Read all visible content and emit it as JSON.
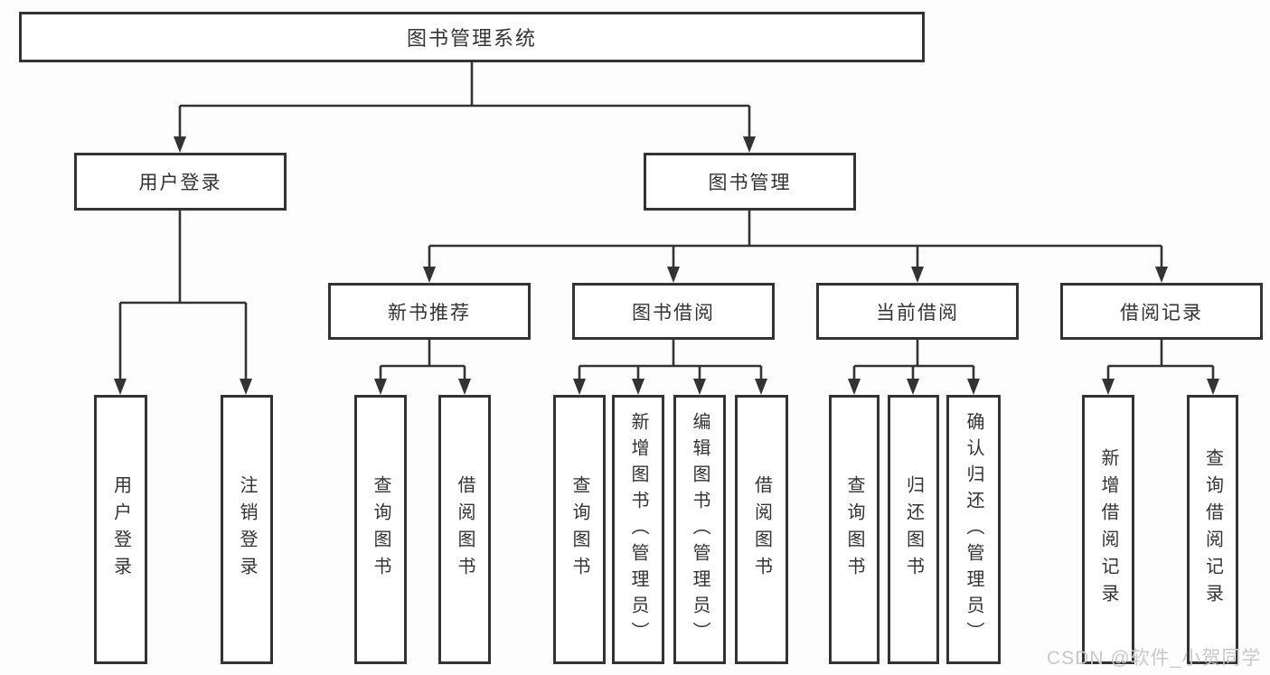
{
  "tree": {
    "root": "图书管理系统",
    "branches": [
      {
        "label": "用户登录",
        "leaves": [
          "用户登录",
          "注销登录"
        ]
      },
      {
        "label": "图书管理",
        "sections": [
          {
            "label": "新书推荐",
            "leaves": [
              "查询图书",
              "借阅图书"
            ]
          },
          {
            "label": "图书借阅",
            "leaves": [
              "查询图书",
              "新增图书（管理员）",
              "编辑图书（管理员）",
              "借阅图书"
            ]
          },
          {
            "label": "当前借阅",
            "leaves": [
              "查询图书",
              "归还图书",
              "确认归还（管理员）"
            ]
          },
          {
            "label": "借阅记录",
            "leaves": [
              "新增借阅记录",
              "查询借阅记录"
            ]
          }
        ]
      }
    ]
  },
  "watermark": "CSDN @软件_小贺同学",
  "colors": {
    "line": "#333333",
    "box_background": "#ffffff",
    "watermark": "#c8c8c8"
  }
}
